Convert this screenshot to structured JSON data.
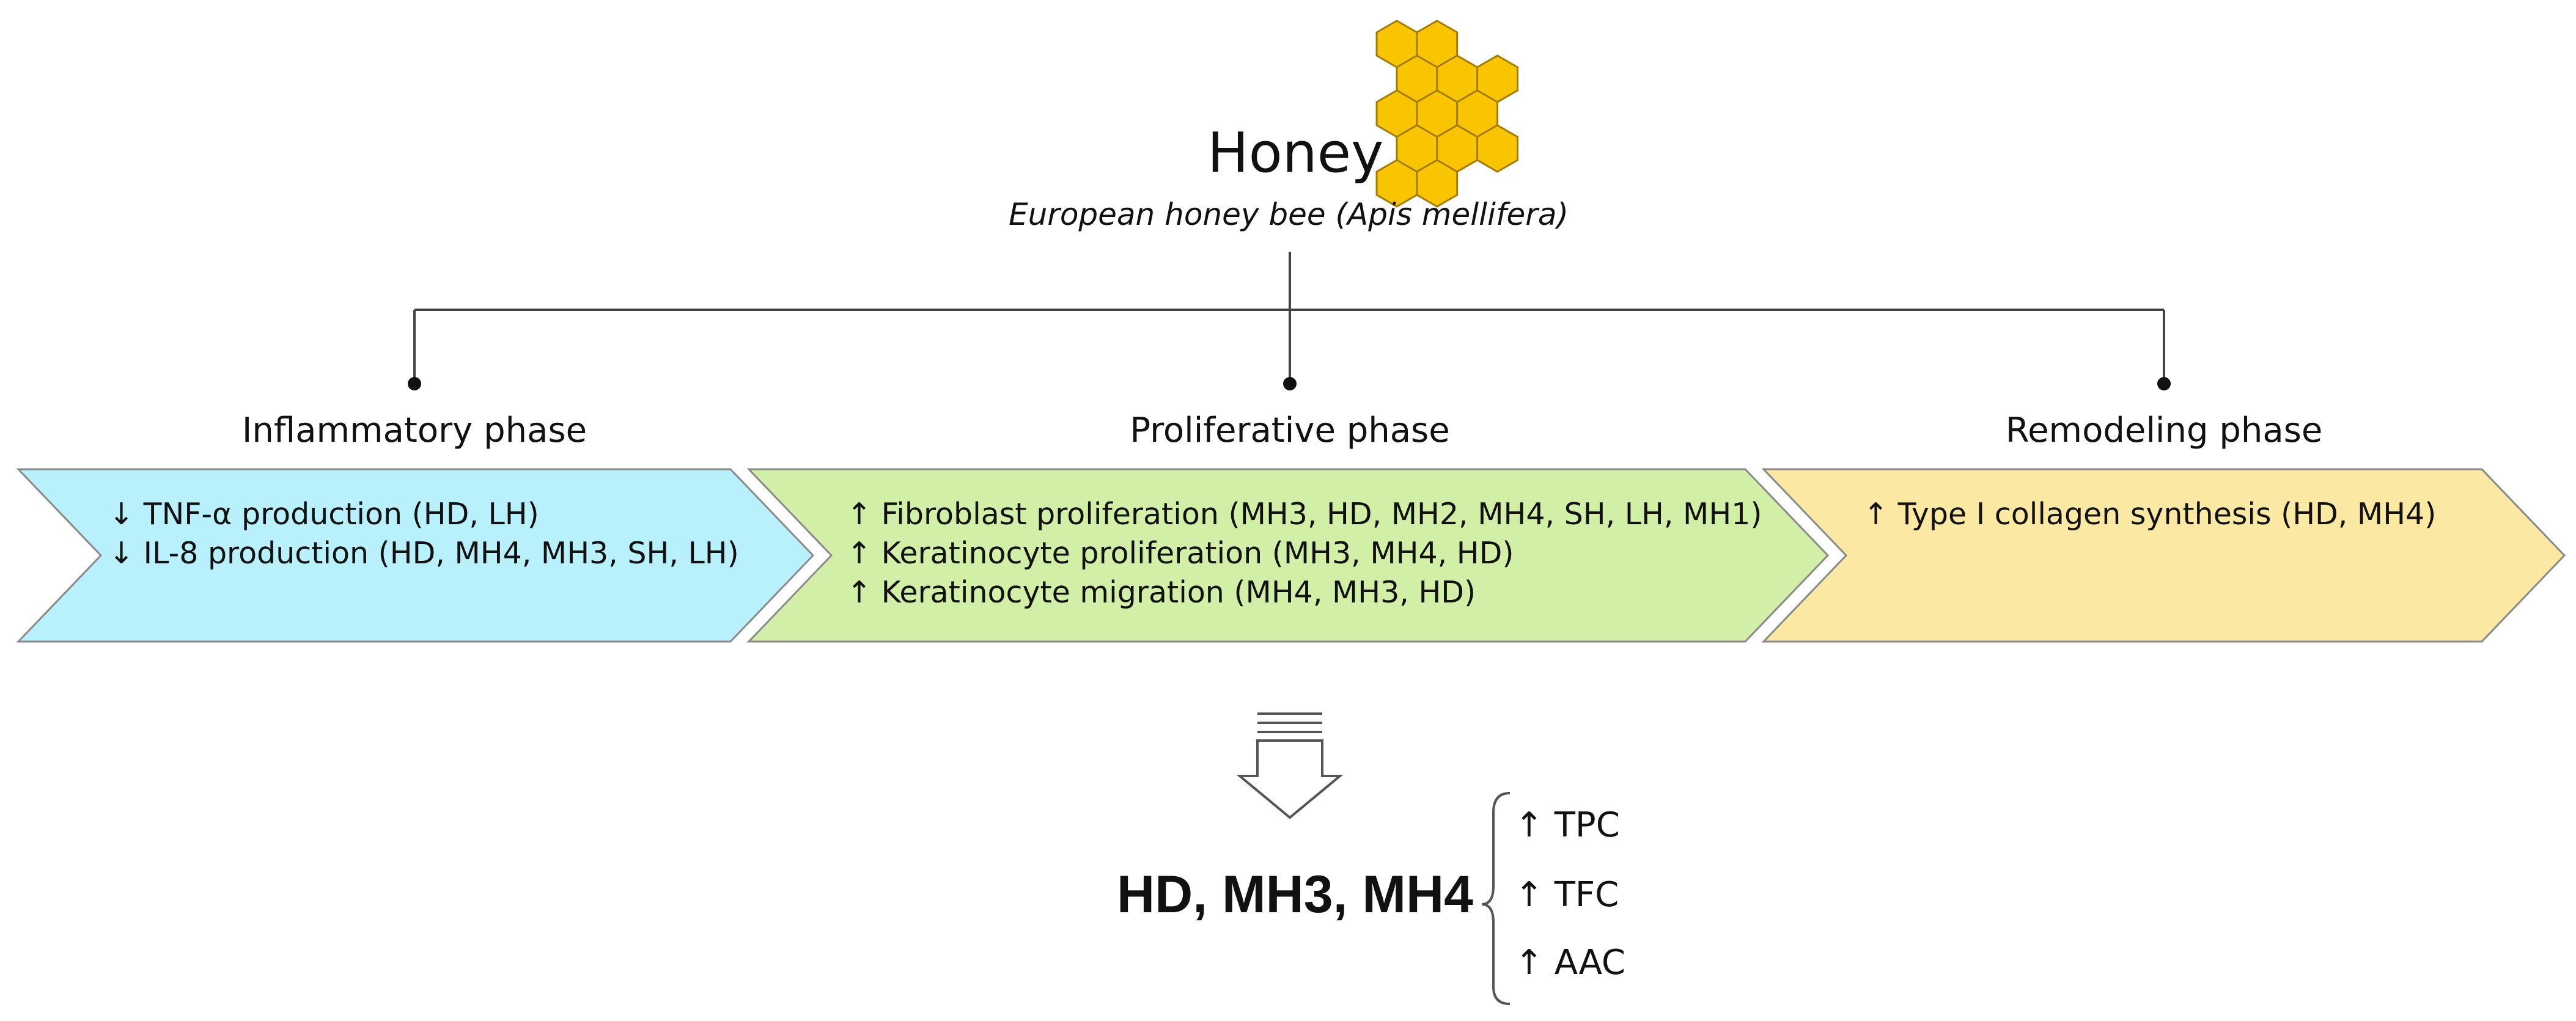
{
  "header": {
    "title": "Honey",
    "subtitle": "European honey bee (Apis mellifera)"
  },
  "phases": [
    {
      "title": "Inflammatory phase",
      "fill": "#b8f1fb",
      "effects": [
        "↓ TNF-α production (HD, LH)",
        "↓ IL-8 production (HD, MH4, MH3, SH, LH)"
      ]
    },
    {
      "title": "Proliferative phase",
      "fill": "#d2efa8",
      "effects": [
        "↑ Fibroblast proliferation (MH3, HD, MH2, MH4, SH, LH, MH1)",
        "↑ Keratinocyte proliferation (MH3, MH4, HD)",
        "↑ Keratinocyte migration (MH4, MH3, HD)"
      ]
    },
    {
      "title": "Remodeling phase",
      "fill": "#fbe8a2",
      "effects": [
        "↑ Type I collagen synthesis (HD, MH4)"
      ]
    }
  ],
  "result": {
    "label": "HD, MH3, MH4",
    "items": [
      "↑ TPC",
      "↑ TFC",
      "↑ AAC"
    ]
  },
  "colors": {
    "honeycomb_fill": "#f9c400",
    "honeycomb_stroke": "#a67c00",
    "outline": "#8a8a8a",
    "connector": "#444444"
  }
}
